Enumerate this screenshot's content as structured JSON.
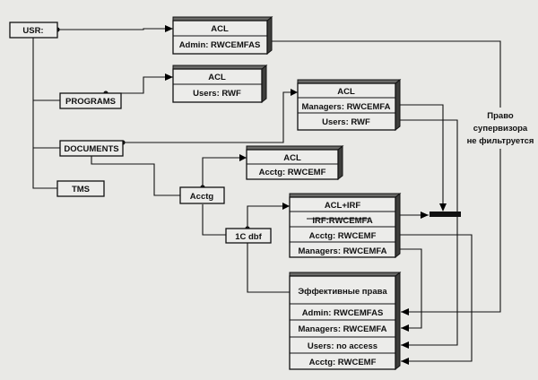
{
  "usr": "USR:",
  "programs": "PROGRAMS",
  "documents": "DOCUMENTS",
  "tms": "TMS",
  "acctg": "Acctg",
  "dbf": "1C dbf",
  "acl1": {
    "title": "ACL",
    "rows": [
      "Admin: RWCEMFAS"
    ]
  },
  "acl2": {
    "title": "ACL",
    "rows": [
      "Users: RWF"
    ]
  },
  "acl3": {
    "title": "ACL",
    "rows": [
      "Managers: RWCEMFA",
      "Users: RWF"
    ]
  },
  "acl4": {
    "title": "ACL",
    "rows": [
      "Acctg: RWCEMF"
    ]
  },
  "acl5": {
    "title": "ACL+IRF",
    "rows": [
      "IRF:RWCEMFA",
      "Acctg: RWCEMF",
      "Managers: RWCEMFA"
    ]
  },
  "eff": {
    "title": "Эффективные права",
    "rows": [
      "Admin: RWCEMFAS",
      "Managers: RWCEMFA",
      "Users: no access",
      "Acctg: RWCEMF"
    ]
  },
  "note": [
    "Право",
    "супервизора",
    "не фильтруется"
  ]
}
